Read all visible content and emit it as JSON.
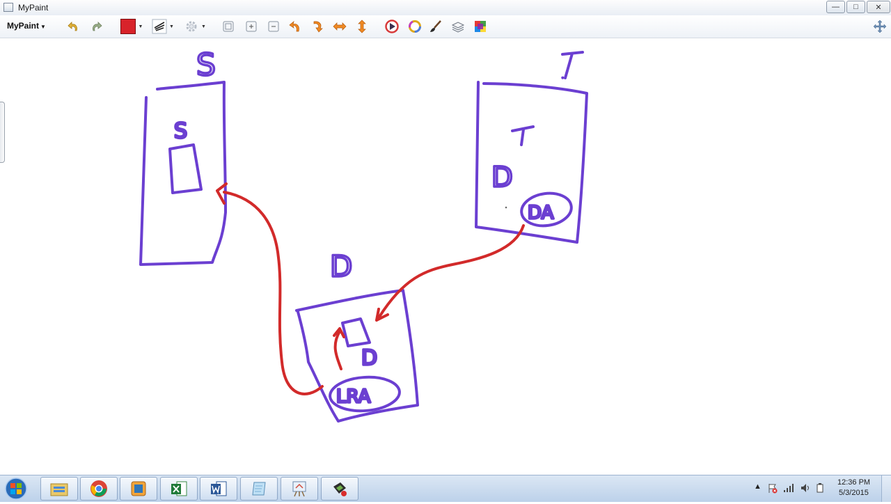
{
  "window": {
    "title": "MyPaint"
  },
  "toolbar": {
    "menu_label": "MyPaint",
    "color_swatch": "#d8232a",
    "tools": [
      {
        "name": "undo-icon"
      },
      {
        "name": "redo-icon"
      },
      {
        "name": "color-swatch"
      },
      {
        "name": "brush-preset-icon"
      },
      {
        "name": "settings-icon"
      },
      {
        "name": "zoom-fit-icon"
      },
      {
        "name": "zoom-in-icon"
      },
      {
        "name": "zoom-out-icon"
      },
      {
        "name": "rotate-left-icon"
      },
      {
        "name": "rotate-right-icon"
      },
      {
        "name": "flip-horizontal-icon"
      },
      {
        "name": "flip-vertical-icon"
      },
      {
        "name": "color-wheel-icon"
      },
      {
        "name": "color-ring-icon"
      },
      {
        "name": "brush-icon"
      },
      {
        "name": "layers-icon"
      },
      {
        "name": "palette-icon"
      },
      {
        "name": "fullscreen-icon"
      }
    ]
  },
  "drawing": {
    "colors": {
      "outline": "#6b3fd1",
      "arrow": "#d22a2a"
    },
    "labels": {
      "s_outer": "S",
      "s_inner": "S",
      "t_outer": "T",
      "t_inner": "T",
      "d_outer": "D",
      "d_inner": "D",
      "t_box_letter": "D",
      "da": "DA",
      "lra": "LRA"
    }
  },
  "taskbar": {
    "apps": [
      {
        "name": "explorer-icon"
      },
      {
        "name": "chrome-icon"
      },
      {
        "name": "app-icon"
      },
      {
        "name": "excel-icon"
      },
      {
        "name": "word-icon"
      },
      {
        "name": "notepad-icon"
      },
      {
        "name": "paint-icon"
      },
      {
        "name": "mypaint-icon"
      }
    ],
    "clock_time": "12:36 PM",
    "clock_date": "5/3/2015"
  }
}
